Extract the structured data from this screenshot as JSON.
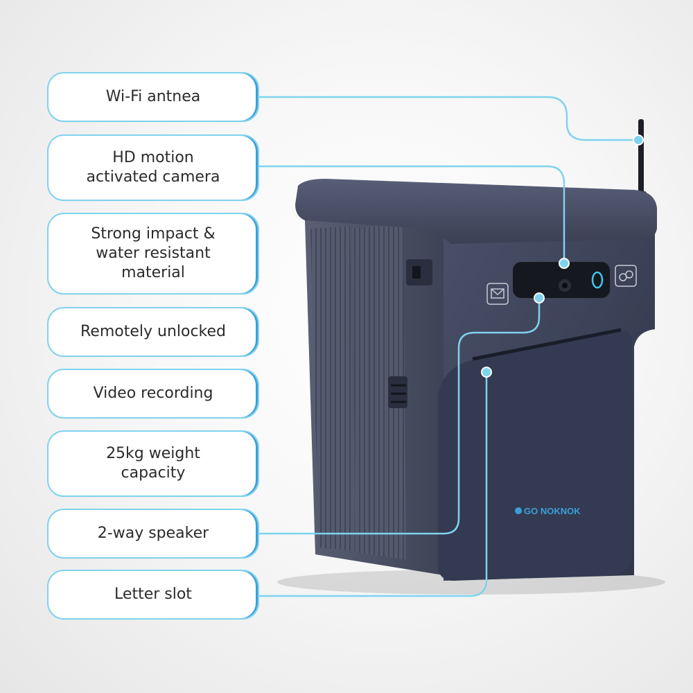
{
  "features": [
    {
      "label": "Wi-Fi antnea"
    },
    {
      "label": "HD motion\nactivated camera"
    },
    {
      "label": "Strong impact &\nwater resistant\nmaterial"
    },
    {
      "label": "Remotely unlocked"
    },
    {
      "label": "Video recording"
    },
    {
      "label": "25kg weight\ncapacity"
    },
    {
      "label": "2-way speaker"
    },
    {
      "label": "Letter slot"
    }
  ],
  "product": {
    "brand_logo_text": "GO NOKNOK",
    "icons": [
      "envelope-icon",
      "key-unlock-icon",
      "camera-lens-icon",
      "speaker-icon"
    ]
  },
  "colors": {
    "accent": "#7fd3ee",
    "accent_dark": "#3a9fd8",
    "device": "#3d4257",
    "device_dark": "#2a2e3f",
    "background": "#f2f2f2"
  }
}
